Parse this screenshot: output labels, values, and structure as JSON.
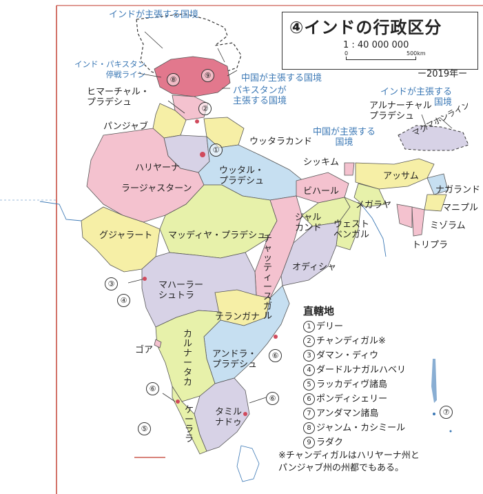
{
  "title": "④インドの行政区分",
  "scale": {
    "ratio": "1 : 40 000 000",
    "zero": "0",
    "distance": "500km"
  },
  "year": "ー2019年ー",
  "claims": {
    "india_border_top": "インドが主張する国境",
    "loc": "インド・パキスタン\n停戦ライン",
    "china_border": "中国が主張する国境",
    "pakistan_border": "パキスタンが\n主張する国境",
    "india_border_ne": "インドが主張する\n国境",
    "china_border_ne": "中国が主張する\n国境",
    "mcmahon": "マクマホンライン"
  },
  "states": {
    "himachal": "ヒマーチャル・\nプラデシュ",
    "punjab": "パンジャブ",
    "uttarakhand": "ウッタラカンド",
    "haryana": "ハリヤーナ",
    "rajasthan": "ラージャスターン",
    "uttar_pradesh": "ウッタル・\nプラデシュ",
    "sikkim": "シッキム",
    "arunachal": "アルナーチャル\nプラデシュ",
    "assam": "アッサム",
    "nagaland": "ナガランド",
    "manipur": "マニプル",
    "mizoram": "ミゾラム",
    "tripura": "トリプラ",
    "meghalaya": "メガラヤ",
    "bihar": "ビハール",
    "jharkhand": "ジャル\nカンド",
    "west_bengal": "ウェスト\nベンガル",
    "gujarat": "グジャラート",
    "madhya_pradesh": "マッディヤ・プラデシュ",
    "chhattisgarh": "チャッティースガル",
    "odisha": "オディシャ",
    "maharashtra": "マハーラー\nシュトラ",
    "telangana": "テランガナ",
    "goa": "ゴア",
    "karnataka": "カルナータカ",
    "andhra": "アンドラ・\nプラデシュ",
    "tamil_nadu": "タミル\nナドゥ",
    "kerala": "ケーララ"
  },
  "territory_markers": [
    "①",
    "②",
    "③",
    "④",
    "⑤",
    "⑥",
    "⑦",
    "⑧",
    "⑨"
  ],
  "legend": {
    "title": "直轄地",
    "items": [
      {
        "num": "1",
        "label": "デリー"
      },
      {
        "num": "2",
        "label": "チャンディガル※"
      },
      {
        "num": "3",
        "label": "ダマン・ディウ"
      },
      {
        "num": "4",
        "label": "ダードルナガルハベリ"
      },
      {
        "num": "5",
        "label": "ラッカディヴ諸島"
      },
      {
        "num": "6",
        "label": "ポンディシェリー"
      },
      {
        "num": "7",
        "label": "アンダマン諸島"
      },
      {
        "num": "8",
        "label": "ジャンム・カシミール"
      },
      {
        "num": "9",
        "label": "ラダク"
      }
    ]
  },
  "note": "※チャンディガルはハリヤーナ州と\nパンジャブ州の州都でもある。",
  "colors": {
    "pink": "#f4c2cf",
    "yellow": "#f6efa6",
    "lightblue": "#c6dff1",
    "lavender": "#d7d2e6",
    "green": "#e7f1aa",
    "kashmir": "#e2788d",
    "coast": "#3b78b5",
    "frame_red": "#c0392b"
  }
}
